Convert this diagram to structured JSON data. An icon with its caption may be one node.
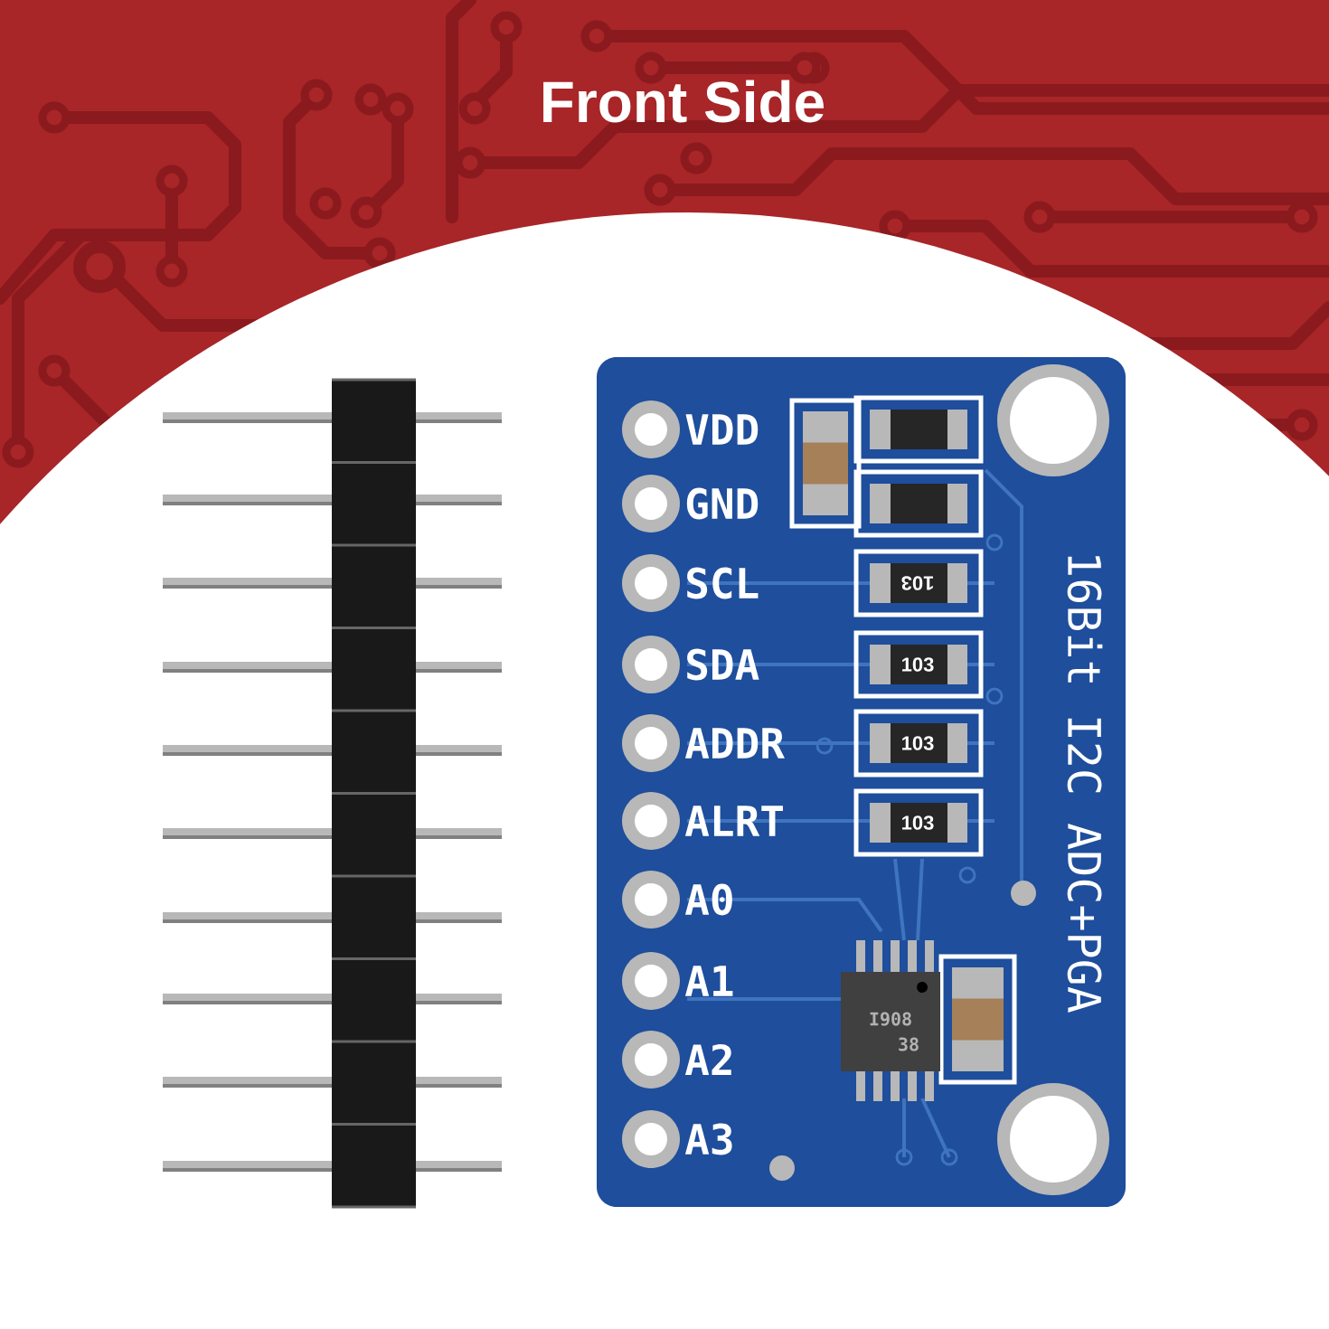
{
  "diagram": {
    "title": "Front Side",
    "labels": [
      "VDD",
      "GND",
      "SCL",
      "SDA",
      "ADDR",
      "ALRT",
      "A0",
      "A1",
      "A2",
      "A3",
      "16Bit I2C ADC+PGA",
      "103",
      "103",
      "103",
      "103",
      "I908",
      "38"
    ]
  }
}
